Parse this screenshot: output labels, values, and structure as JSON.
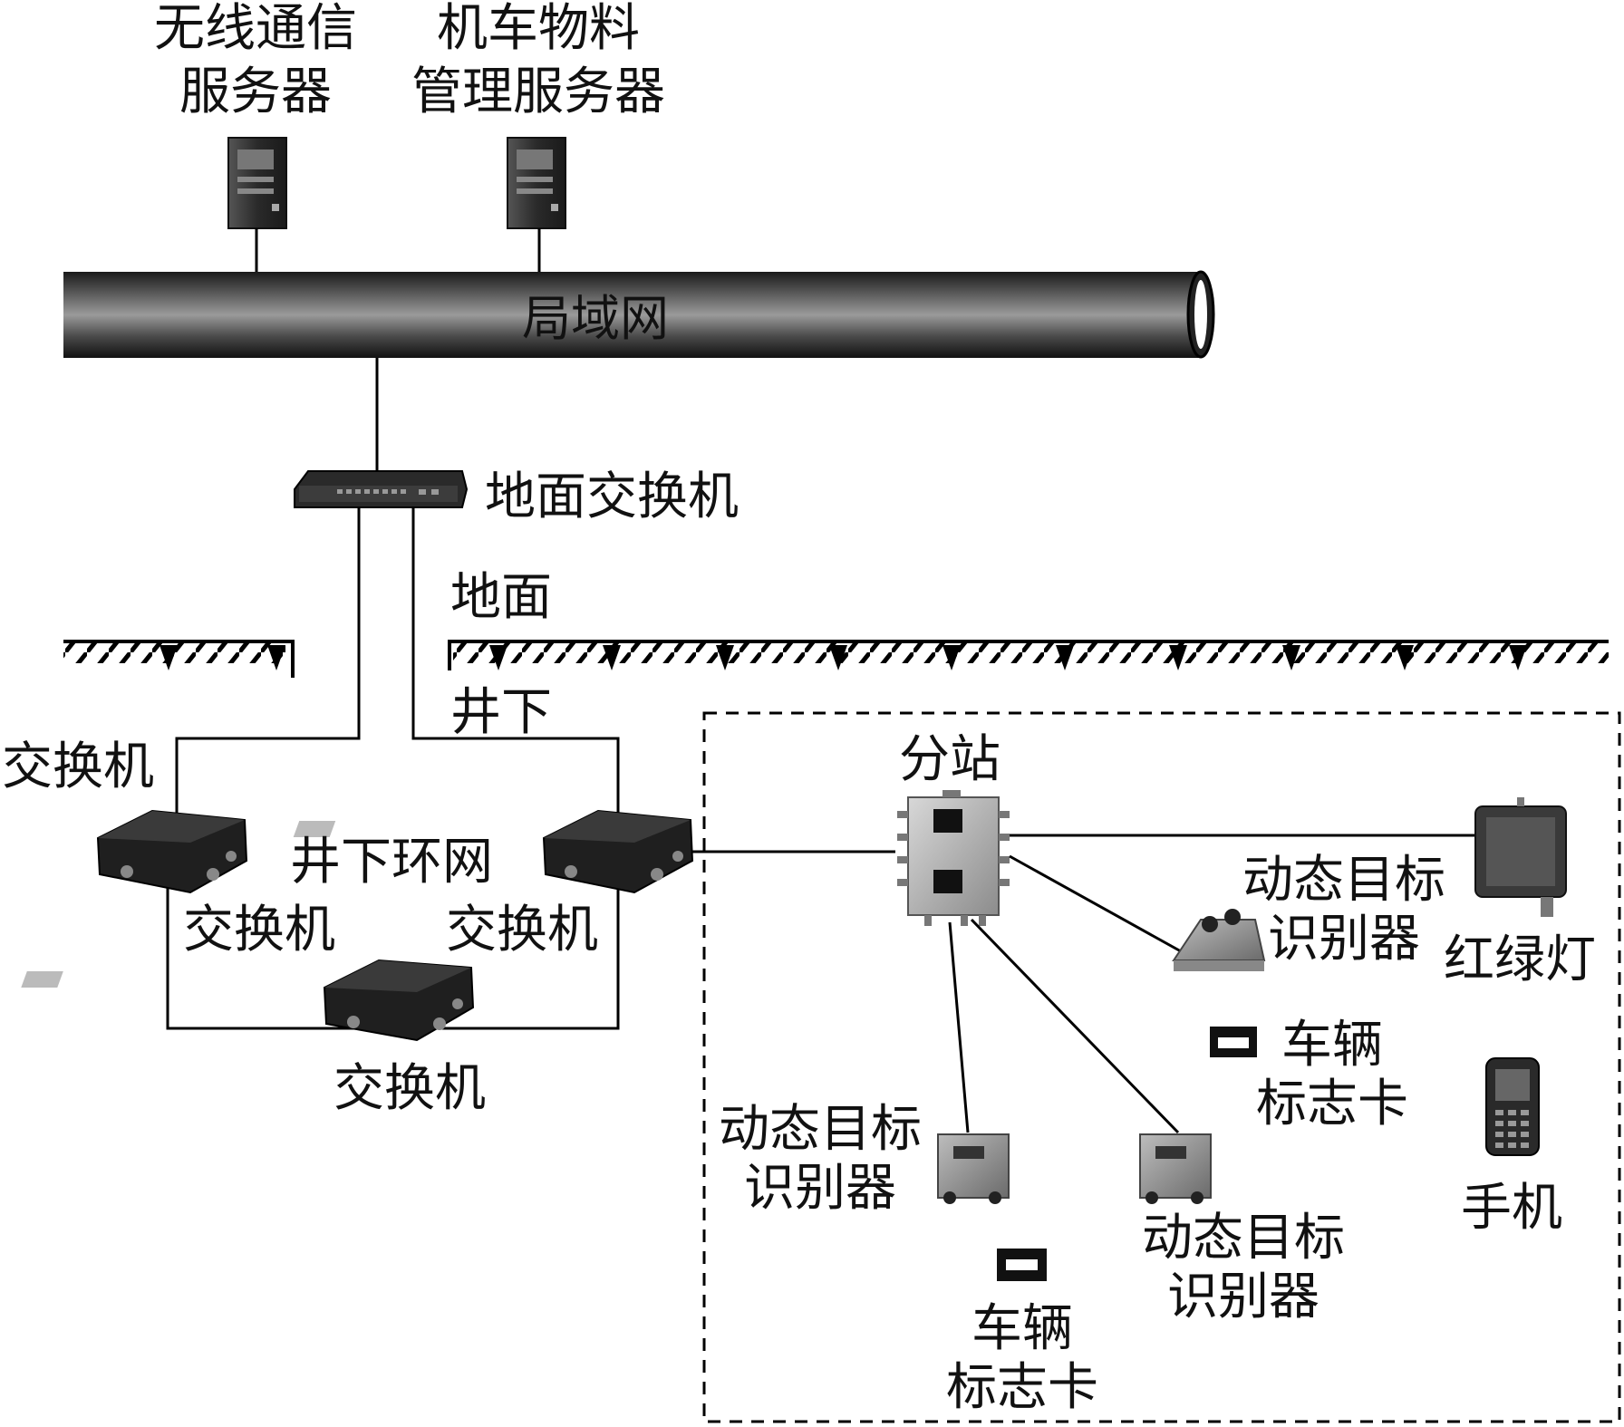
{
  "servers": {
    "wireless": {
      "line1": "无线通信",
      "line2": "服务器"
    },
    "material": {
      "line1": "机车物料",
      "line2": "管理服务器"
    }
  },
  "lan_label": "局域网",
  "ground_switch_label": "地面交换机",
  "surface_label": "地面",
  "underground_label": "井下",
  "ring_label": "井下环网",
  "switch_labels": {
    "top_left": "交换机",
    "mid_left": "交换机",
    "mid_right": "交换机",
    "bottom": "交换机"
  },
  "substation_label": "分站",
  "traffic_light_label": "红绿灯",
  "phone_label": "手机",
  "identifiers": {
    "upper": {
      "line1": "动态目标",
      "line2": "识别器"
    },
    "left": {
      "line1": "动态目标",
      "line2": "识别器"
    },
    "right": {
      "line1": "动态目标",
      "line2": "识别器"
    }
  },
  "vehicle_cards": {
    "upper": {
      "line1": "车辆",
      "line2": "标志卡"
    },
    "lower": {
      "line1": "车辆",
      "line2": "标志卡"
    }
  }
}
